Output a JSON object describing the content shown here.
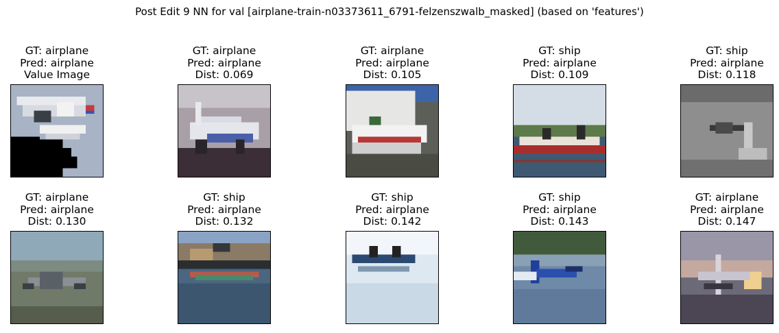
{
  "figure": {
    "title": "Post Edit 9 NN for val [airplane-train-n03373611_6791-felzenszwalb_masked] (based on 'features')"
  },
  "panels": [
    {
      "lines": [
        "GT: airplane",
        "Pred: airplane",
        "Value Image"
      ],
      "image": "masked-airplane-query",
      "bg": "#a8b3c5"
    },
    {
      "lines": [
        "GT: airplane",
        "Pred: airplane",
        "Dist: 0.069"
      ],
      "image": "airliner-on-tarmac",
      "bg": "#8e8690"
    },
    {
      "lines": [
        "GT: airplane",
        "Pred: airplane",
        "Dist: 0.105"
      ],
      "image": "white-boat-docked",
      "bg": "#6e7f94"
    },
    {
      "lines": [
        "GT: ship",
        "Pred: airplane",
        "Dist: 0.109"
      ],
      "image": "red-boat-on-water",
      "bg": "#c9d4df"
    },
    {
      "lines": [
        "GT: ship",
        "Pred: airplane",
        "Dist: 0.118"
      ],
      "image": "gray-aircraft-photo",
      "bg": "#8a8a8a"
    },
    {
      "lines": [
        "GT: airplane",
        "Pred: airplane",
        "Dist: 0.130"
      ],
      "image": "aircraft-low-over-field",
      "bg": "#7f8f94"
    },
    {
      "lines": [
        "GT: ship",
        "Pred: airplane",
        "Dist: 0.132"
      ],
      "image": "boat-near-shore",
      "bg": "#5a6d82"
    },
    {
      "lines": [
        "GT: ship",
        "Pred: airplane",
        "Dist: 0.142"
      ],
      "image": "canoe-on-pale-water",
      "bg": "#dbe6ef"
    },
    {
      "lines": [
        "GT: ship",
        "Pred: airplane",
        "Dist: 0.143"
      ],
      "image": "blue-boat-speeding",
      "bg": "#6d86a3"
    },
    {
      "lines": [
        "GT: airplane",
        "Pred: airplane",
        "Dist: 0.147"
      ],
      "image": "airliner-at-sunset",
      "bg": "#7b6f7a"
    }
  ]
}
